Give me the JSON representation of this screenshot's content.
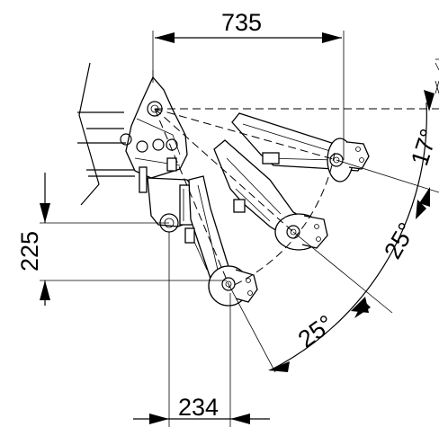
{
  "dimensions": {
    "top_width": "735",
    "height_left": "225",
    "bottom_width": "234",
    "angle_upper": "17°",
    "angle_middle": "25°",
    "angle_lower": "25°"
  }
}
